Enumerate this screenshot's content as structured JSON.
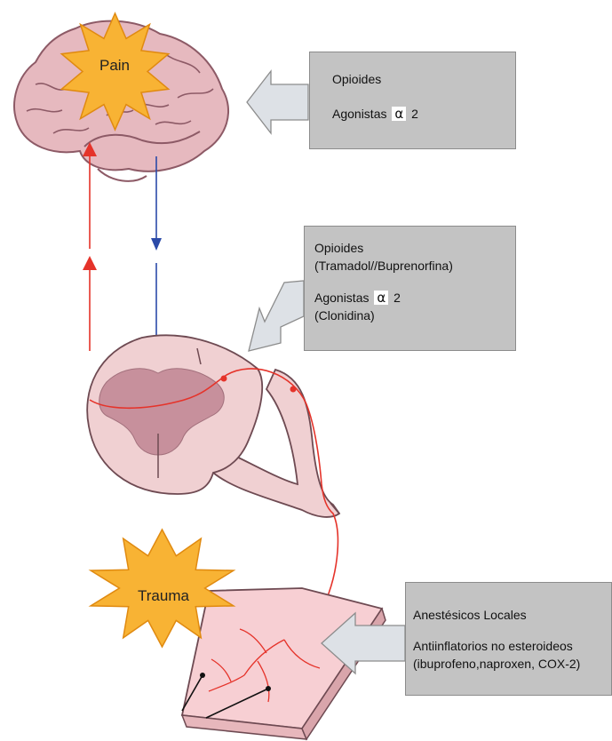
{
  "labels": {
    "pain": "Pain",
    "trauma": "Trauma"
  },
  "boxes": {
    "brain": {
      "line1": "Opioides",
      "line2_prefix": "Agonistas",
      "alpha": "α",
      "line2_suffix": "2"
    },
    "spinal": {
      "line1": "Opioides",
      "line2": "(Tramadol//Buprenorfina)",
      "line3_prefix": "Agonistas",
      "alpha": "α",
      "line3_suffix": "2",
      "line4": "(Clonidina)"
    },
    "peripheral": {
      "line1": "Anestésicos Locales",
      "line2": "Antiinflatorios no esteroideos",
      "line3": "(ibuprofeno,naproxen, COX-2)"
    }
  },
  "colors": {
    "brain": "#e6b9bf",
    "brain_fold": "#8d5a66",
    "spinal_cord": "#f0d0d2",
    "grey_matter": "#c7909c",
    "skin": "#f7cfd3",
    "star": "#f8b334",
    "nerve_red": "#e5332a",
    "descending_blue": "#2b4aa8",
    "box_fill": "#c3c3c3",
    "arrow_fill": "#dde1e6"
  }
}
